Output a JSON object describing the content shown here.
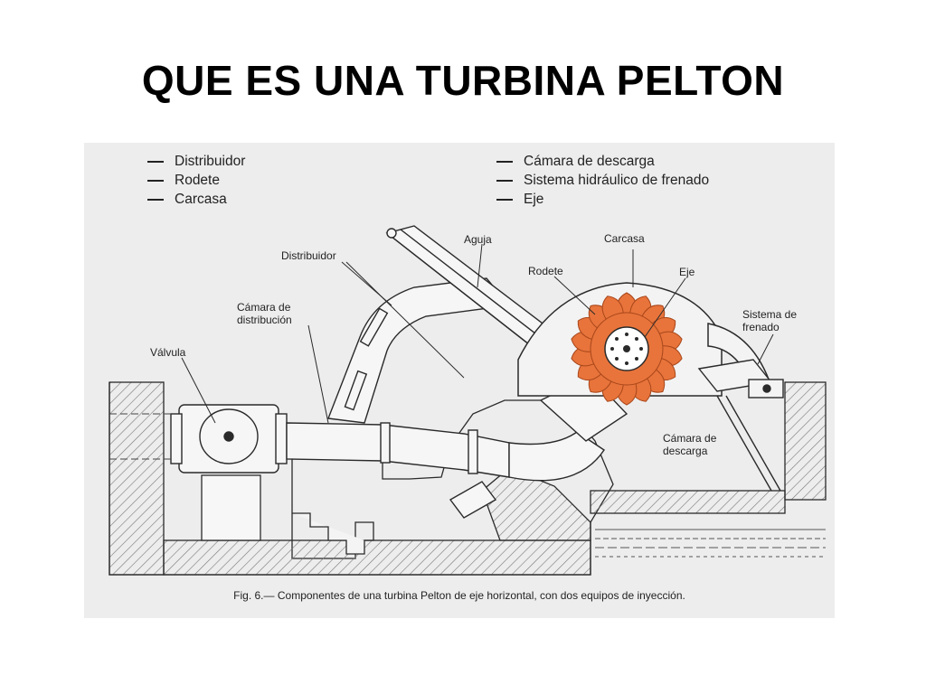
{
  "slide": {
    "title": "QUE ES UNA TURBINA PELTON"
  },
  "legend": {
    "left": [
      "Distribuidor",
      "Rodete",
      "Carcasa"
    ],
    "right": [
      "Cámara de descarga",
      "Sistema hidráulico de frenado",
      "Eje"
    ]
  },
  "callouts": {
    "aguja": "Aguja",
    "carcasa": "Carcasa",
    "distribuidor": "Distribuidor",
    "rodete": "Rodete",
    "eje": "Eje",
    "camara_distribucion_1": "Cámara de",
    "camara_distribucion_2": "distribución",
    "sistema_frenado_1": "Sistema de",
    "sistema_frenado_2": "frenado",
    "valvula": "Válvula",
    "camara_descarga_1": "Cámara de",
    "camara_descarga_2": "descarga"
  },
  "caption": "Fig. 6.— Componentes de una turbina Pelton de eje horizontal, con dos equipos de inyección.",
  "colors": {
    "runner": "#e8743b",
    "figure_bg": "#ededed",
    "ink": "#2a2a2a"
  }
}
